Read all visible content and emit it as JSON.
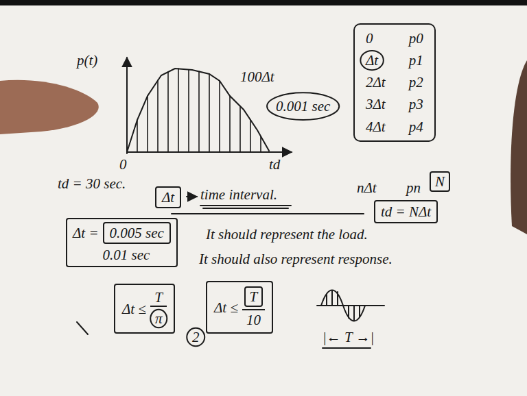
{
  "diagram": {
    "nodes": [
      {
        "text": [
          "0.001 sec"
        ]
      },
      {
        "text": [
          "0",
          "p0",
          "p1",
          "2Δt",
          "p2",
          "3Δt",
          "p3",
          "4Δt",
          "p4"
        ]
      },
      {
        "text": [
          "Δt"
        ],
        "in": 1
      },
      {
        "text": [
          "N"
        ]
      },
      {
        "text": [
          "td = NΔt"
        ]
      },
      {
        "text": [
          "Δt"
        ]
      },
      {
        "text": [
          "Δt =",
          "0.01 sec"
        ]
      },
      {
        "text": [
          "0.005 sec"
        ],
        "in": 6
      },
      {
        "text": [
          "Δt ≤",
          "T"
        ]
      },
      {
        "text": [
          "π"
        ],
        "in": 8
      },
      {
        "text": [
          "2"
        ]
      },
      {
        "text": [
          "Δt ≤",
          "10"
        ]
      },
      {
        "text": [
          "T"
        ],
        "in": 11
      }
    ],
    "labels": [
      "p(t)",
      "0",
      "td",
      "100Δt",
      "nΔt",
      "pn",
      "td = 30 sec.",
      "time interval.",
      "It should represent the load.",
      "It should also represent response.",
      "|← T →|"
    ]
  }
}
